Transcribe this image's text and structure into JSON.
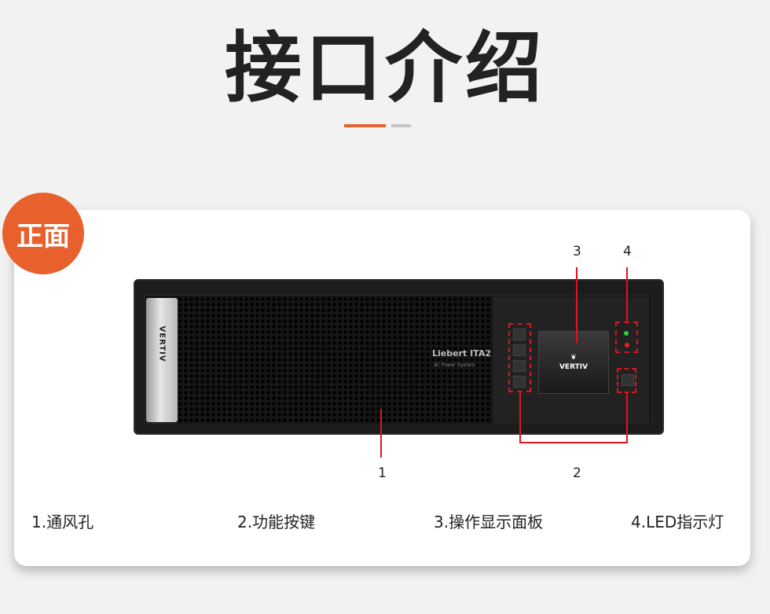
{
  "title": "接口介绍",
  "badge": "正面",
  "device": {
    "handle_logo": "VERTIV",
    "brand": "Liebert ITA2",
    "brand_sub": "AC Power System",
    "screen_logo": "VERTIV"
  },
  "callouts": {
    "n1": "1",
    "n2": "2",
    "n3": "3",
    "n4": "4"
  },
  "legend": [
    "1.通风孔",
    "2.功能按键",
    "3.操作显示面板",
    "4.LED指示灯"
  ],
  "colors": {
    "accent": "#e8602c",
    "callout": "#e0141e"
  }
}
